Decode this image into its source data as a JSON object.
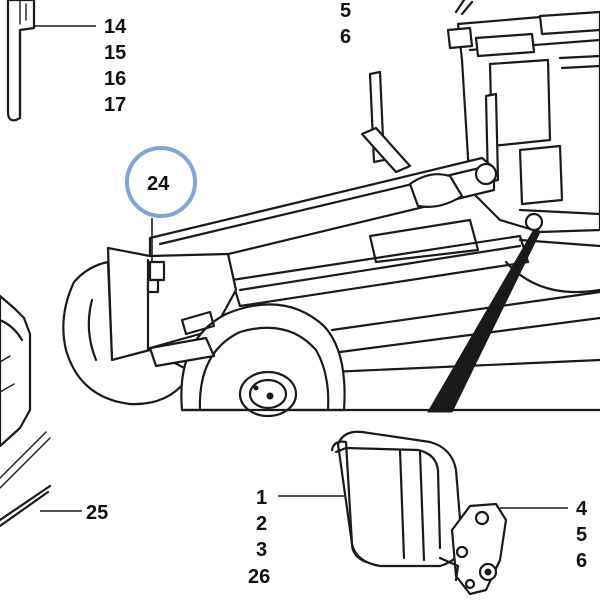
{
  "callouts": {
    "top_left": [
      "14",
      "15",
      "16",
      "17"
    ],
    "top_center": [
      "5",
      "6"
    ],
    "highlighted": "24",
    "left_bottom": "25",
    "lamp_left": [
      "1",
      "2",
      "3",
      "26"
    ],
    "lamp_right": [
      "4",
      "5",
      "6"
    ]
  },
  "colors": {
    "ink": "#1a1a1a",
    "highlight_ring": "#7fa6d4",
    "background": "#ffffff"
  }
}
